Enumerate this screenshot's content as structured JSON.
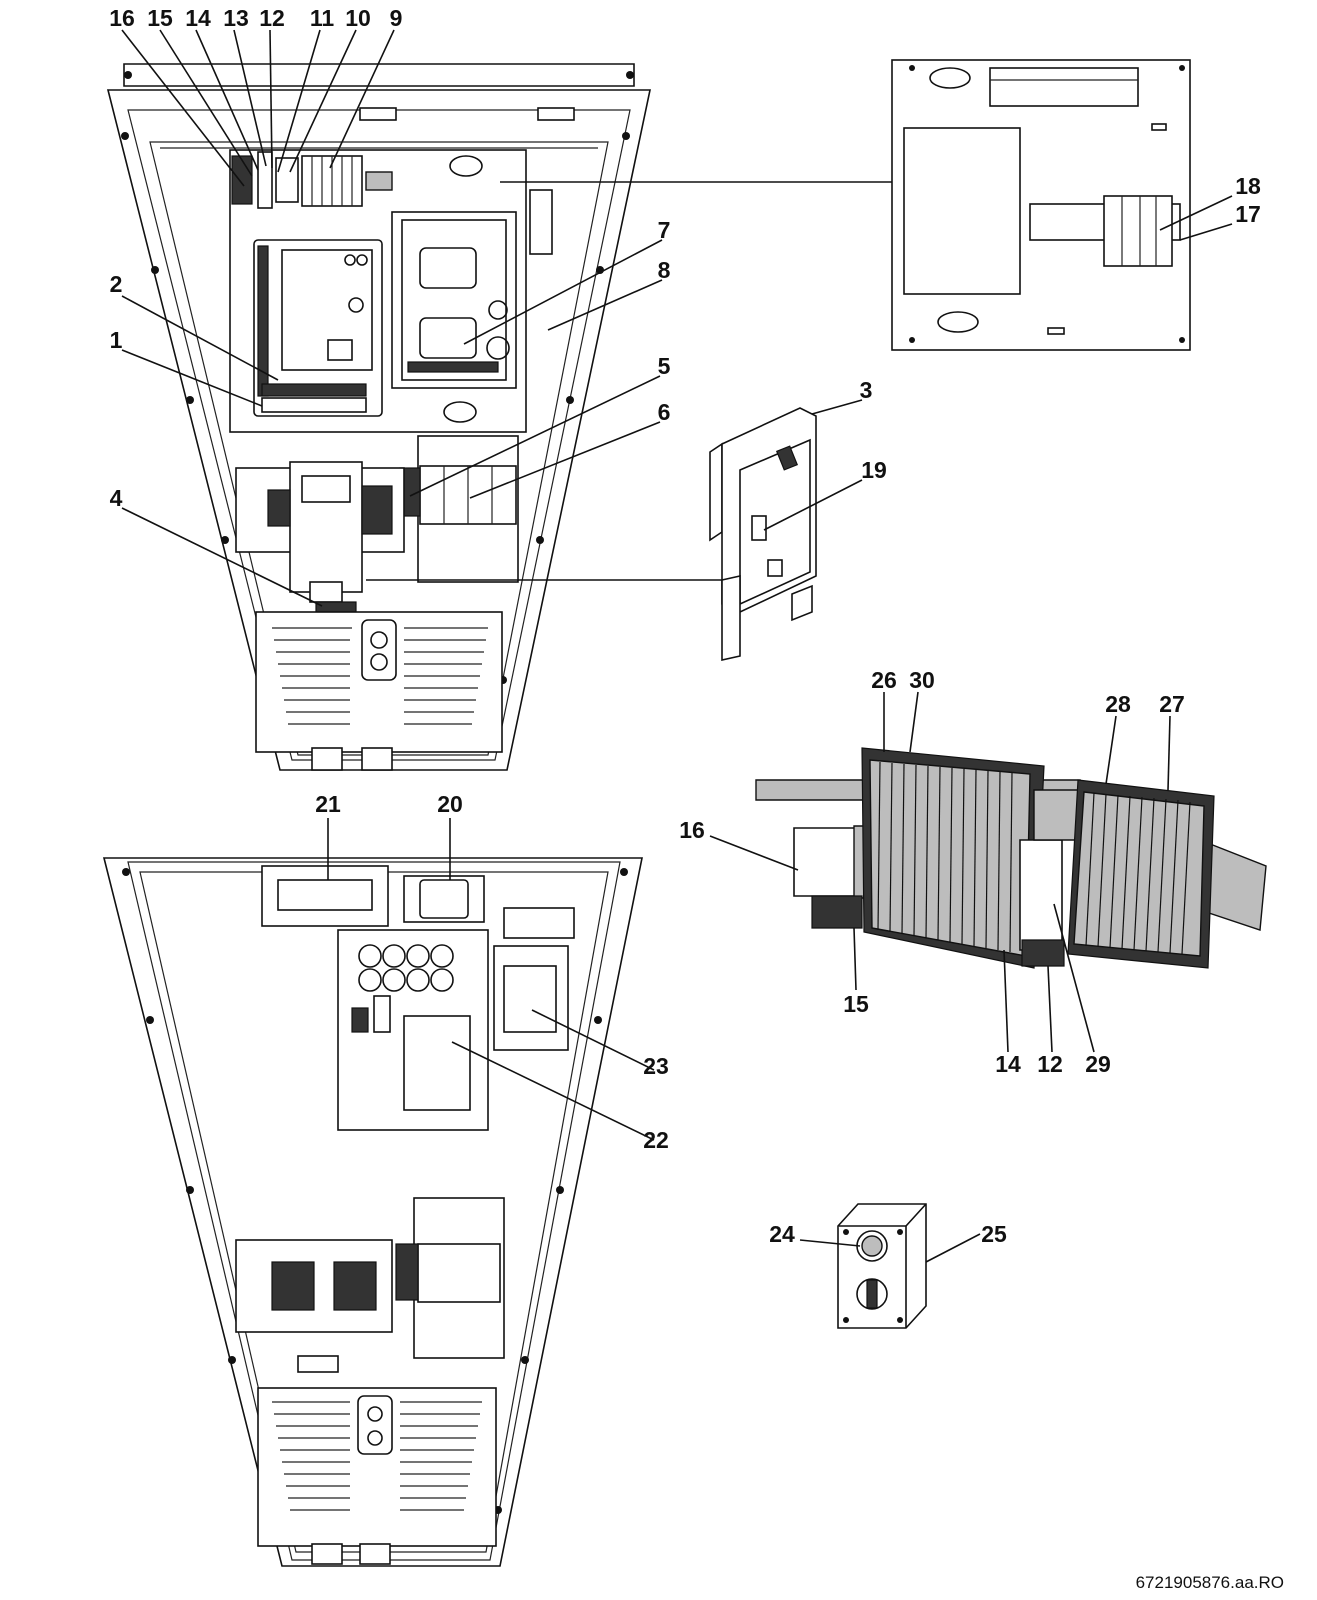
{
  "callouts": [
    {
      "id": "c16a",
      "text": "16"
    },
    {
      "id": "c15a",
      "text": "15"
    },
    {
      "id": "c14a",
      "text": "14"
    },
    {
      "id": "c13",
      "text": "13"
    },
    {
      "id": "c12a",
      "text": "12"
    },
    {
      "id": "c11",
      "text": "11"
    },
    {
      "id": "c10",
      "text": "10"
    },
    {
      "id": "c9",
      "text": "9"
    },
    {
      "id": "c7",
      "text": "7"
    },
    {
      "id": "c8",
      "text": "8"
    },
    {
      "id": "c2",
      "text": "2"
    },
    {
      "id": "c1",
      "text": "1"
    },
    {
      "id": "c5",
      "text": "5"
    },
    {
      "id": "c6",
      "text": "6"
    },
    {
      "id": "c4",
      "text": "4"
    },
    {
      "id": "c3",
      "text": "3"
    },
    {
      "id": "c19",
      "text": "19"
    },
    {
      "id": "c18",
      "text": "18"
    },
    {
      "id": "c17",
      "text": "17"
    },
    {
      "id": "c26",
      "text": "26"
    },
    {
      "id": "c30",
      "text": "30"
    },
    {
      "id": "c28",
      "text": "28"
    },
    {
      "id": "c27",
      "text": "27"
    },
    {
      "id": "c16b",
      "text": "16"
    },
    {
      "id": "c15b",
      "text": "15"
    },
    {
      "id": "c14b",
      "text": "14"
    },
    {
      "id": "c12b",
      "text": "12"
    },
    {
      "id": "c29",
      "text": "29"
    },
    {
      "id": "c21",
      "text": "21"
    },
    {
      "id": "c20",
      "text": "20"
    },
    {
      "id": "c23",
      "text": "23"
    },
    {
      "id": "c22",
      "text": "22"
    },
    {
      "id": "c24",
      "text": "24"
    },
    {
      "id": "c25",
      "text": "25"
    }
  ],
  "document_id": "6721905876.aa.RO"
}
